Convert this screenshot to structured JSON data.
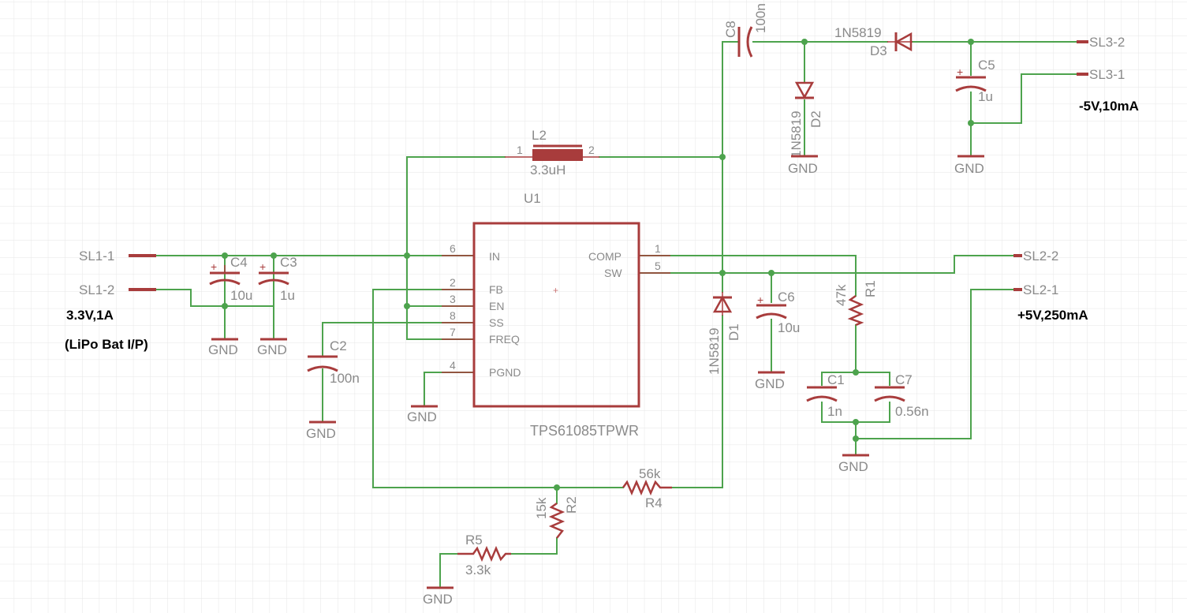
{
  "ic": {
    "ref": "U1",
    "part": "TPS61085TPWR",
    "pins": {
      "in": {
        "num": "6",
        "name": "IN"
      },
      "fb": {
        "num": "2",
        "name": "FB"
      },
      "en": {
        "num": "3",
        "name": "EN"
      },
      "ss": {
        "num": "8",
        "name": "SS"
      },
      "freq": {
        "num": "7",
        "name": "FREQ"
      },
      "pgnd": {
        "num": "4",
        "name": "PGND"
      },
      "comp": {
        "num": "1",
        "name": "COMP"
      },
      "sw": {
        "num": "5",
        "name": "SW"
      }
    }
  },
  "inductor": {
    "ref": "L2",
    "value": "3.3uH",
    "pin1": "1",
    "pin2": "2"
  },
  "capacitors": {
    "c1": {
      "ref": "C1",
      "value": "1n"
    },
    "c2": {
      "ref": "C2",
      "value": "100n"
    },
    "c3": {
      "ref": "C3",
      "value": "1u"
    },
    "c4": {
      "ref": "C4",
      "value": "10u"
    },
    "c5": {
      "ref": "C5",
      "value": "1u"
    },
    "c6": {
      "ref": "C6",
      "value": "10u"
    },
    "c7": {
      "ref": "C7",
      "value": "0.56n"
    },
    "c8": {
      "ref": "C8",
      "value": "100n"
    }
  },
  "resistors": {
    "r1": {
      "ref": "R1",
      "value": "47k"
    },
    "r2": {
      "ref": "R2",
      "value": "15k"
    },
    "r4": {
      "ref": "R4",
      "value": "56k"
    },
    "r5": {
      "ref": "R5",
      "value": "3.3k"
    }
  },
  "diodes": {
    "d1": {
      "ref": "D1",
      "value": "1N5819"
    },
    "d2": {
      "ref": "D2",
      "value": "1N5819"
    },
    "d3": {
      "ref": "D3",
      "value": "1N5819"
    }
  },
  "connectors": {
    "sl1_1": "SL1-1",
    "sl1_2": "SL1-2",
    "sl2_1": "SL2-1",
    "sl2_2": "SL2-2",
    "sl3_1": "SL3-1",
    "sl3_2": "SL3-2"
  },
  "ground_label": "GND",
  "notes": {
    "input": "3.3V,1A",
    "input_sub": "(LiPo Bat I/P)",
    "pos_out": "+5V,250mA",
    "neg_out": "-5V,10mA"
  },
  "colors": {
    "wire": "#4da34d",
    "symbol": "#a83c3c",
    "label": "#8a8a8a",
    "grid": "#e8e8e8"
  }
}
